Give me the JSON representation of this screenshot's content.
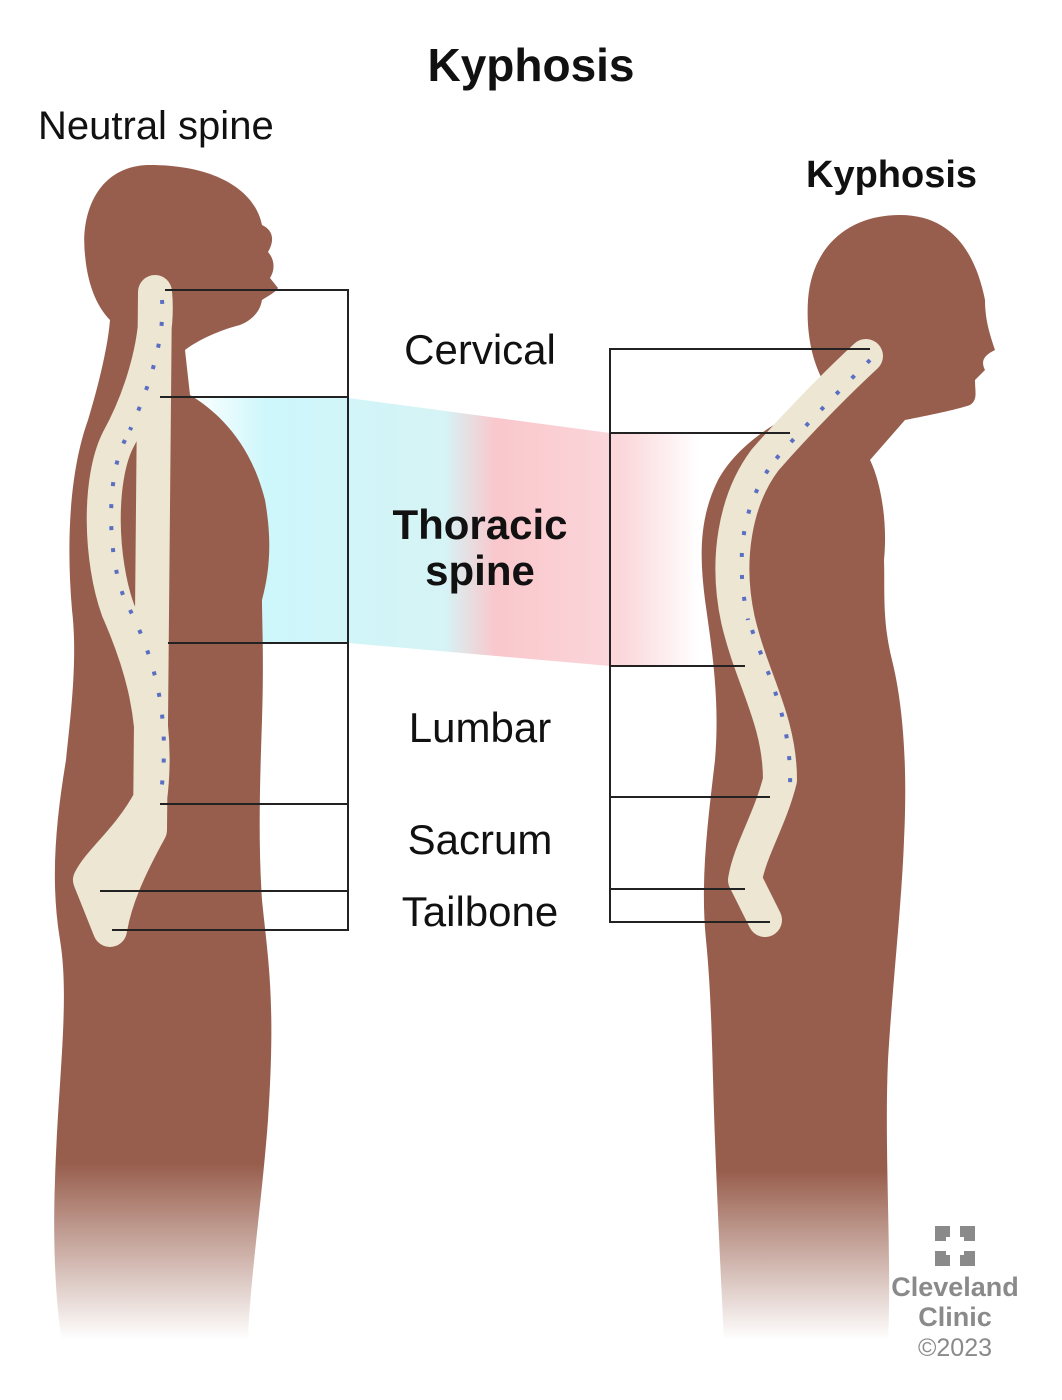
{
  "title": "Kyphosis",
  "left_figure": {
    "label": "Neutral spine"
  },
  "right_figure": {
    "label": "Kyphosis"
  },
  "segments": [
    {
      "name": "cervical",
      "label": "Cervical",
      "emphasis": false
    },
    {
      "name": "thoracic",
      "label": "Thoracic spine",
      "emphasis": true
    },
    {
      "name": "lumbar",
      "label": "Lumbar",
      "emphasis": false
    },
    {
      "name": "sacrum",
      "label": "Sacrum",
      "emphasis": false
    },
    {
      "name": "tailbone",
      "label": "Tailbone",
      "emphasis": false
    }
  ],
  "thoracic_label": {
    "line1": "Thoracic",
    "line2": "spine"
  },
  "colors": {
    "body": "#985e4d",
    "bone": "#ece6d2",
    "disc": "#5a6fc4",
    "normal_highlight": "#c8f6fb",
    "kyphosis_highlight": "#f9c7cc"
  },
  "watermark": {
    "brand": "Cleveland Clinic",
    "line1": "Cleveland",
    "line2": "Clinic",
    "copyright": "©2023",
    "icon": "cleveland-clinic-logo-icon"
  }
}
